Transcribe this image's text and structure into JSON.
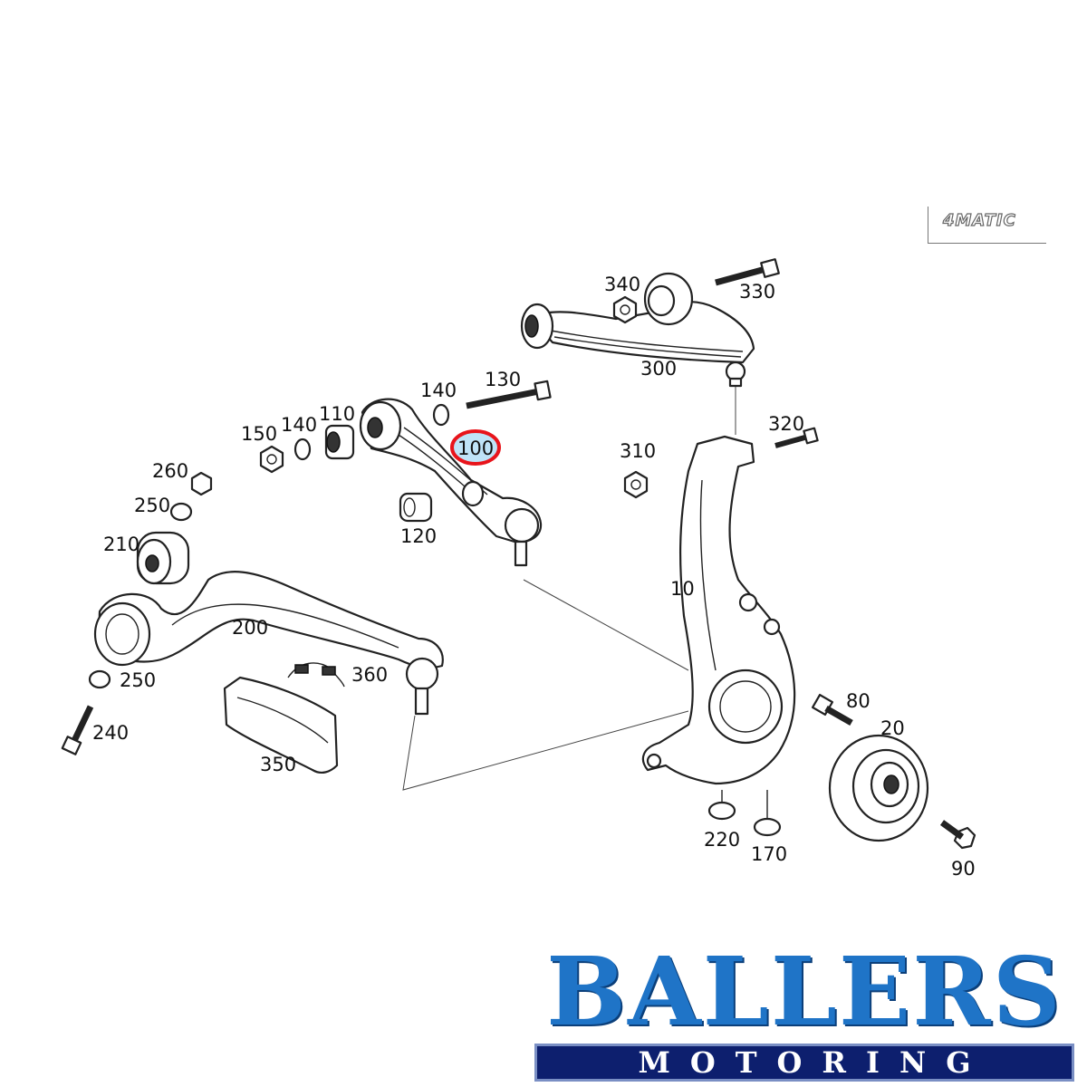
{
  "badge": {
    "text": "4MATIC"
  },
  "brand": {
    "top": "BALLERS",
    "bottom": "MOTORING"
  },
  "highlight": {
    "part": "100",
    "color": "#e8141b",
    "fill": "#bfe3f7"
  },
  "labels": {
    "p10": "10",
    "p20": "20",
    "p80": "80",
    "p90": "90",
    "p100": "100",
    "p110": "110",
    "p120": "120",
    "p130": "130",
    "p140a": "140",
    "p140b": "140",
    "p150": "150",
    "p170": "170",
    "p200": "200",
    "p210": "210",
    "p220": "220",
    "p240": "240",
    "p250a": "250",
    "p250b": "250",
    "p260": "260",
    "p300": "300",
    "p310": "310",
    "p320": "320",
    "p330": "330",
    "p340": "340",
    "p350": "350",
    "p360": "360"
  }
}
